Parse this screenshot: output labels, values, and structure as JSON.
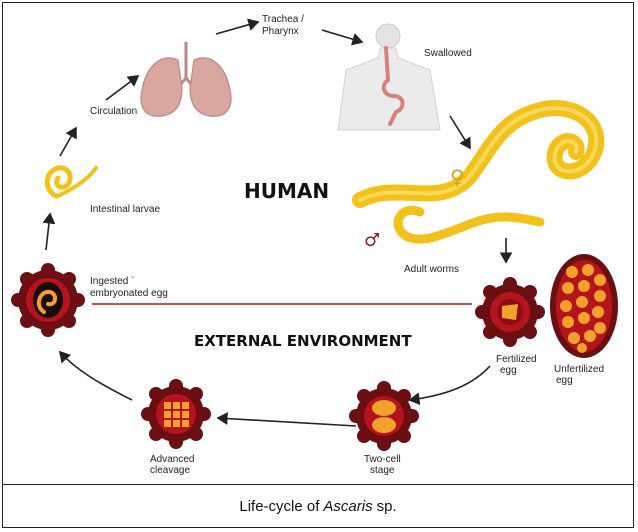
{
  "labels": {
    "trachea_line1": "Trachea /",
    "trachea_line2": "Pharynx",
    "swallowed": "Swallowed",
    "circulation": "Circulation",
    "intestinal_larvae": "Intestinal larvae",
    "human": "HUMAN",
    "adult_worms": "Adult worms",
    "ingested_line1": "Ingested `",
    "ingested_line2": "embryonated egg",
    "external_environment": "EXTERNAL ENVIRONMENT",
    "fertilized_line1": "Fertilized",
    "fertilized_line2": "egg",
    "unfertilized_line1": "Unfertilized",
    "unfertilized_line2": "egg",
    "two_cell_line1": "Two-cell",
    "two_cell_line2": "stage",
    "advanced_line1": "Advanced",
    "advanced_line2": "cleavage",
    "female_symbol": "♀",
    "male_symbol": "♂"
  },
  "caption": {
    "prefix": "Life-cycle of",
    "italic": "Ascaris",
    "suffix": "sp."
  },
  "colors": {
    "worm_yellow": "#f2c21b",
    "egg_shell": "#6b0f12",
    "egg_inner": "#b5141c",
    "egg_yolk": "#f0a22a",
    "lungs": "#d9a7a0",
    "divider": "#c0392b",
    "arrow": "#222222"
  }
}
